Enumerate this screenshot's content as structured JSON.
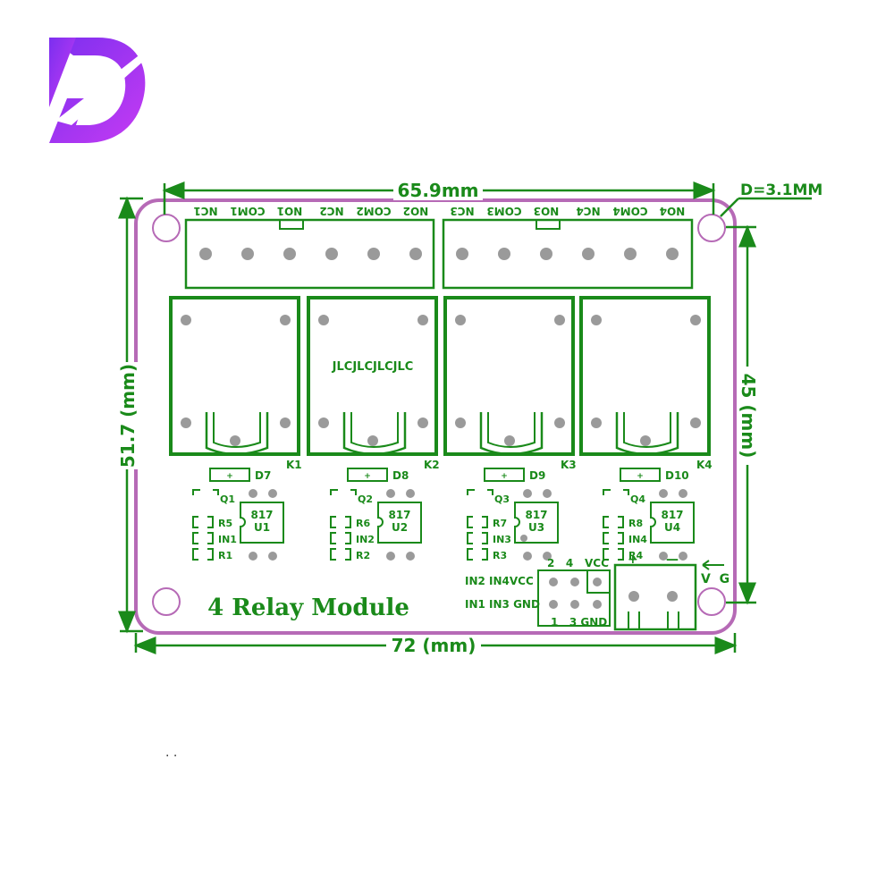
{
  "colors": {
    "board_outline": "#b66ab6",
    "silkscreen": "#1a8a1a",
    "pad": "#9a9a9a",
    "logo_gradient_start": "#8a2be2",
    "logo_gradient_end": "#c13cf0"
  },
  "logo": {
    "name": "stylized-letter-d-logo"
  },
  "dimensions": {
    "top_width": "65.9mm",
    "hole_diameter": "D=3.1MM",
    "left_height": "51.7 (mm)",
    "right_height": "45 (mm)",
    "bottom_width": "72 (mm)"
  },
  "terminals": {
    "left_labels": [
      "NC1",
      "COM1",
      "NO1",
      "NC2",
      "COM2",
      "NO2"
    ],
    "right_labels": [
      "NC3",
      "COM3",
      "NO3",
      "NC4",
      "COM4",
      "NO4"
    ]
  },
  "relays": [
    {
      "ref": "K1",
      "diode": "D7",
      "transistor": "Q1",
      "optocoupler_part": "817",
      "optocoupler_ref": "U1",
      "resistors": [
        "R5",
        "R1"
      ],
      "input": "IN1"
    },
    {
      "ref": "K2",
      "diode": "D8",
      "transistor": "Q2",
      "optocoupler_part": "817",
      "optocoupler_ref": "U2",
      "resistors": [
        "R6",
        "R2"
      ],
      "input": "IN2"
    },
    {
      "ref": "K3",
      "diode": "D9",
      "transistor": "Q3",
      "optocoupler_part": "817",
      "optocoupler_ref": "U3",
      "resistors": [
        "R7",
        "R3"
      ],
      "input": "IN3"
    },
    {
      "ref": "K4",
      "diode": "D10",
      "transistor": "Q4",
      "optocoupler_part": "817",
      "optocoupler_ref": "U4",
      "resistors": [
        "R8",
        "R4"
      ],
      "input": "IN4"
    }
  ],
  "relay_mark": "JLCJLCJLCJLC",
  "board_title": "4 Relay Module",
  "header": {
    "top_numbers": "2   4",
    "vcc_top": "VCC",
    "row1": "IN2 IN4VCC",
    "row2": "IN1 IN3 GND",
    "bottom": "1   3 GND"
  },
  "power": {
    "plus": "+",
    "minus": "—",
    "label": "V  G"
  },
  "stray_marks": ". ."
}
